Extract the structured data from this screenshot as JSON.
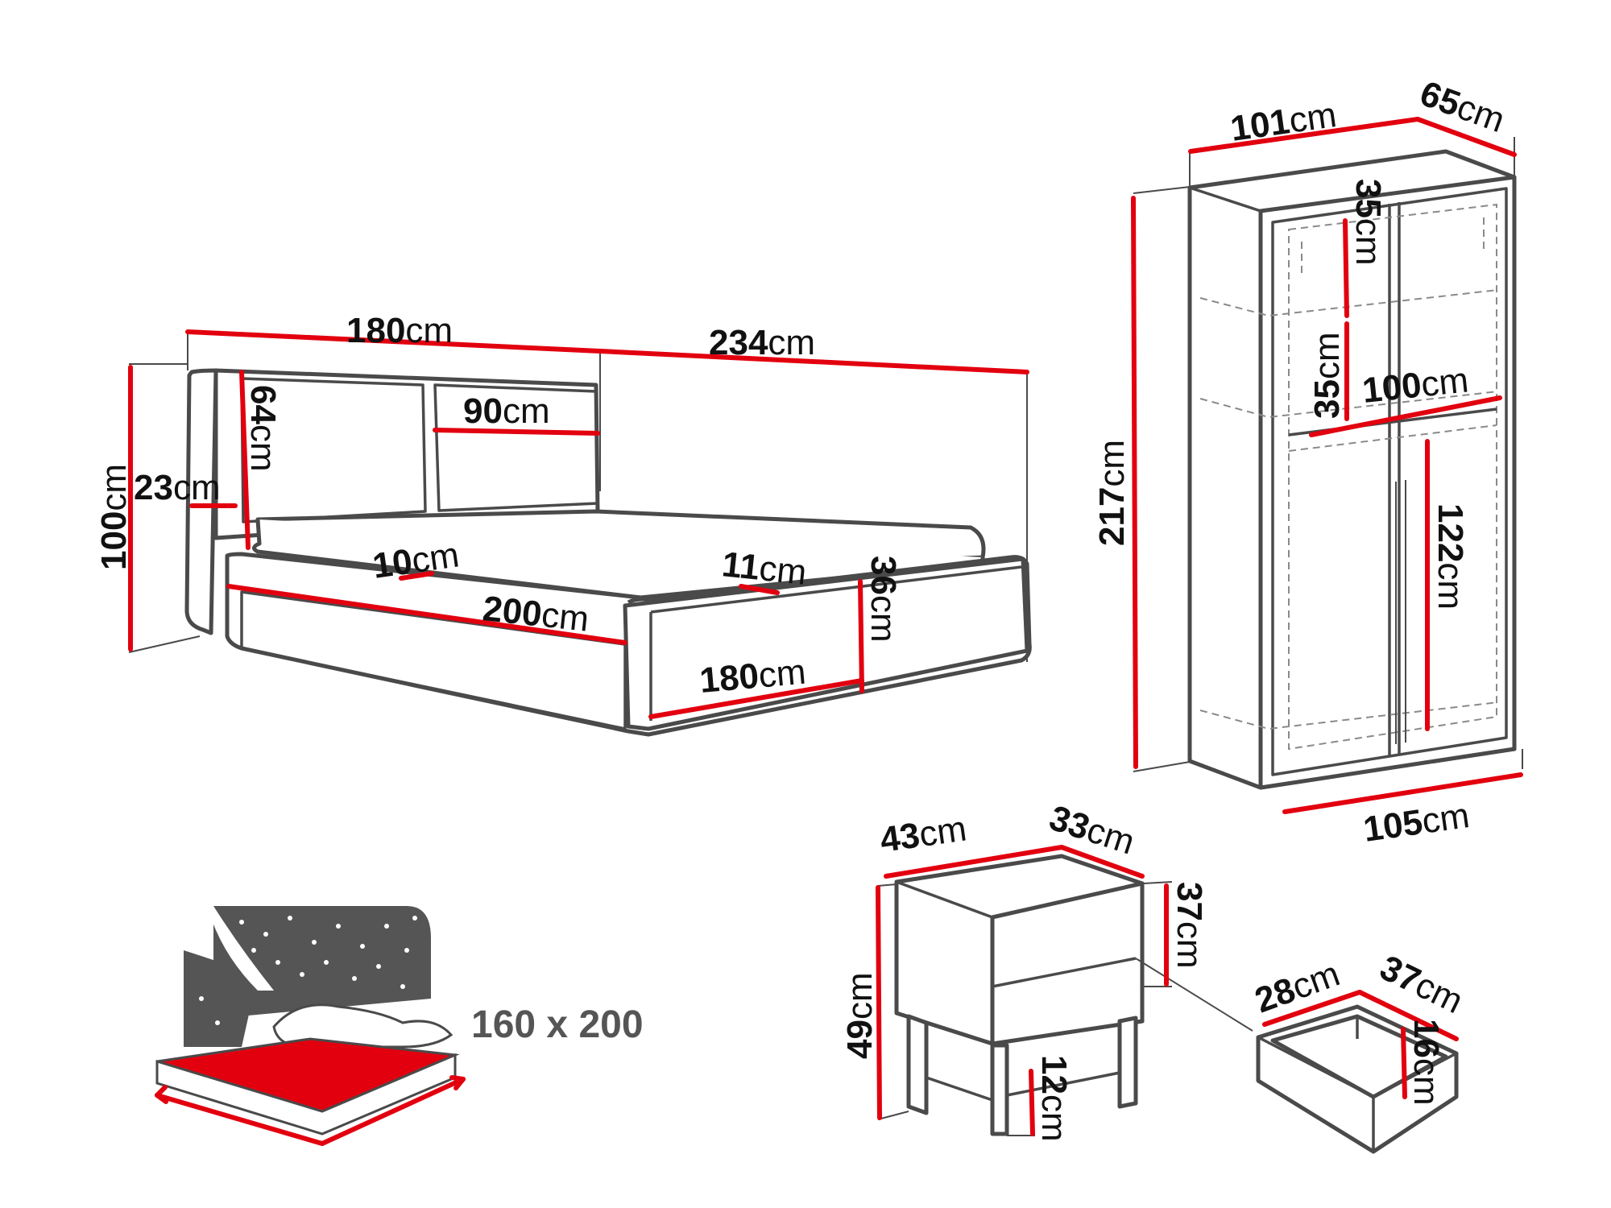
{
  "unit": "cm",
  "colors": {
    "dimension_line": "#e2000f",
    "outline": "#4a4a4a",
    "mattress": "#e2000f",
    "headboard_print": "#555555"
  },
  "bed": {
    "headboard_width": "180",
    "total_length": "234",
    "height": "100",
    "side_panel_width": "23",
    "headboard_panel_height": "64",
    "headboard_panel_width": "90",
    "frame_rail_left": "10",
    "frame_rail_right": "11",
    "frame_length": "200",
    "frame_height": "36",
    "frame_width": "180"
  },
  "wardrobe": {
    "width_top": "101",
    "depth": "65",
    "height": "217",
    "shelf_upper": "35",
    "shelf_lower": "35",
    "rail_width": "100",
    "hanging_height": "122",
    "width_bottom": "105"
  },
  "nightstand": {
    "width": "43",
    "depth": "33",
    "drawer_height": "37",
    "total_height": "49",
    "leg_height": "12"
  },
  "drawer": {
    "width": "28",
    "depth": "37",
    "height": "16"
  },
  "mattress": {
    "size_label": "160 x 200"
  }
}
